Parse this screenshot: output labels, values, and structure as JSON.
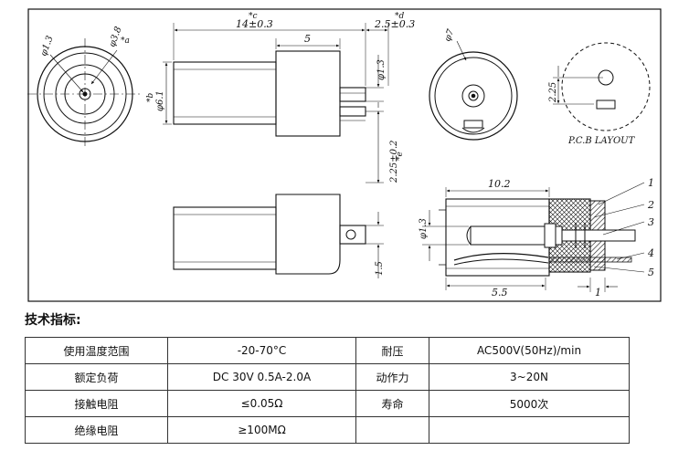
{
  "drawing": {
    "labels": {
      "d13_left": "φ1.3",
      "d38": "φ3.8",
      "mark_a": "*a",
      "len_total": "14±0.3",
      "mark_c": "*c",
      "len_5": "5",
      "len_pin": "2.5±0.3",
      "mark_d": "*d",
      "d13_pin": "φ1.3",
      "d61": "φ6.1",
      "mark_b": "*b",
      "pin_offset": "2.25±0.2",
      "mark_e": "*e",
      "d7": "φ7",
      "pcb_225": "2.25",
      "pcb_layout": "P.C.B  LAYOUT",
      "sec_len": "10.2",
      "sec_d13": "φ1.3",
      "sec_55": "5.5",
      "sec_1": "1",
      "bot_15": "1.5",
      "callout_1": "1",
      "callout_2": "2",
      "callout_3": "3",
      "callout_4": "4",
      "callout_5": "5"
    }
  },
  "specs": {
    "title": "技术指标:",
    "rows": [
      [
        "使用温度范围",
        "-20-70°C",
        "耐压",
        "AC500V(50Hz)/min"
      ],
      [
        "额定负荷",
        "DC 30V 0.5A-2.0A",
        "动作力",
        "3~20N"
      ],
      [
        "接触电阻",
        "≤0.05Ω",
        "寿命",
        "5000次"
      ],
      [
        "绝缘电阻",
        "≥100MΩ",
        "",
        ""
      ]
    ]
  }
}
